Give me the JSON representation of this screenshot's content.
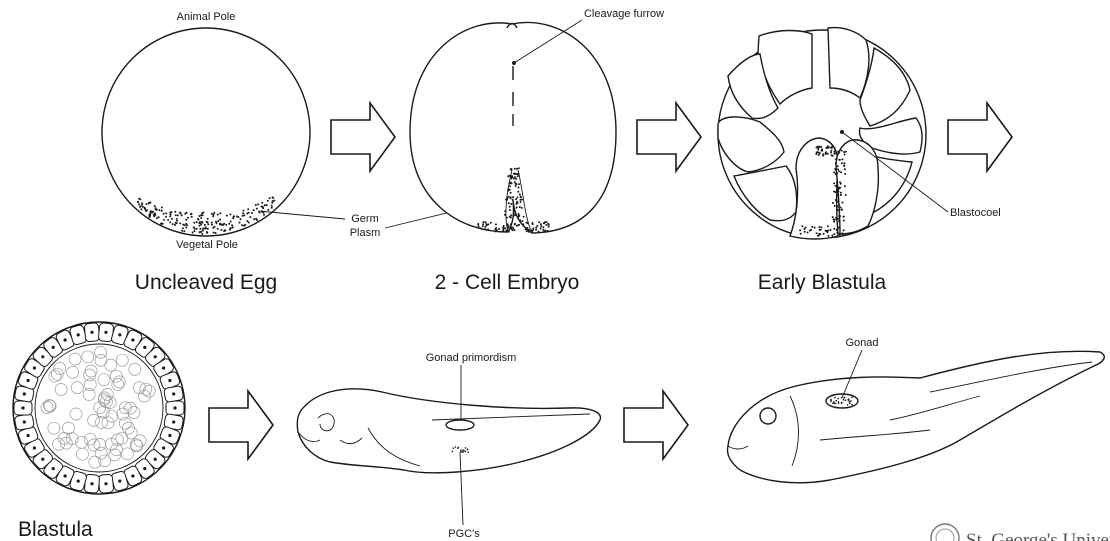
{
  "labels": {
    "animal_pole": "Animal Pole",
    "vegetal_pole": "Vegetal Pole",
    "germ_plasm_line1": "Germ",
    "germ_plasm_line2": "Plasm",
    "cleavage_furrow": "Cleavage furrow",
    "blastocoel": "Blastocoel",
    "gonad_primordism": "Gonad primordism",
    "pgcs": "PGC's",
    "gonad": "Gonad"
  },
  "stages": {
    "uncleaved_egg": "Uncleaved Egg",
    "two_cell_embryo": "2 - Cell Embryo",
    "early_blastula": "Early Blastula",
    "blastula": "Blastula"
  },
  "watermark": "St. George's University"
}
